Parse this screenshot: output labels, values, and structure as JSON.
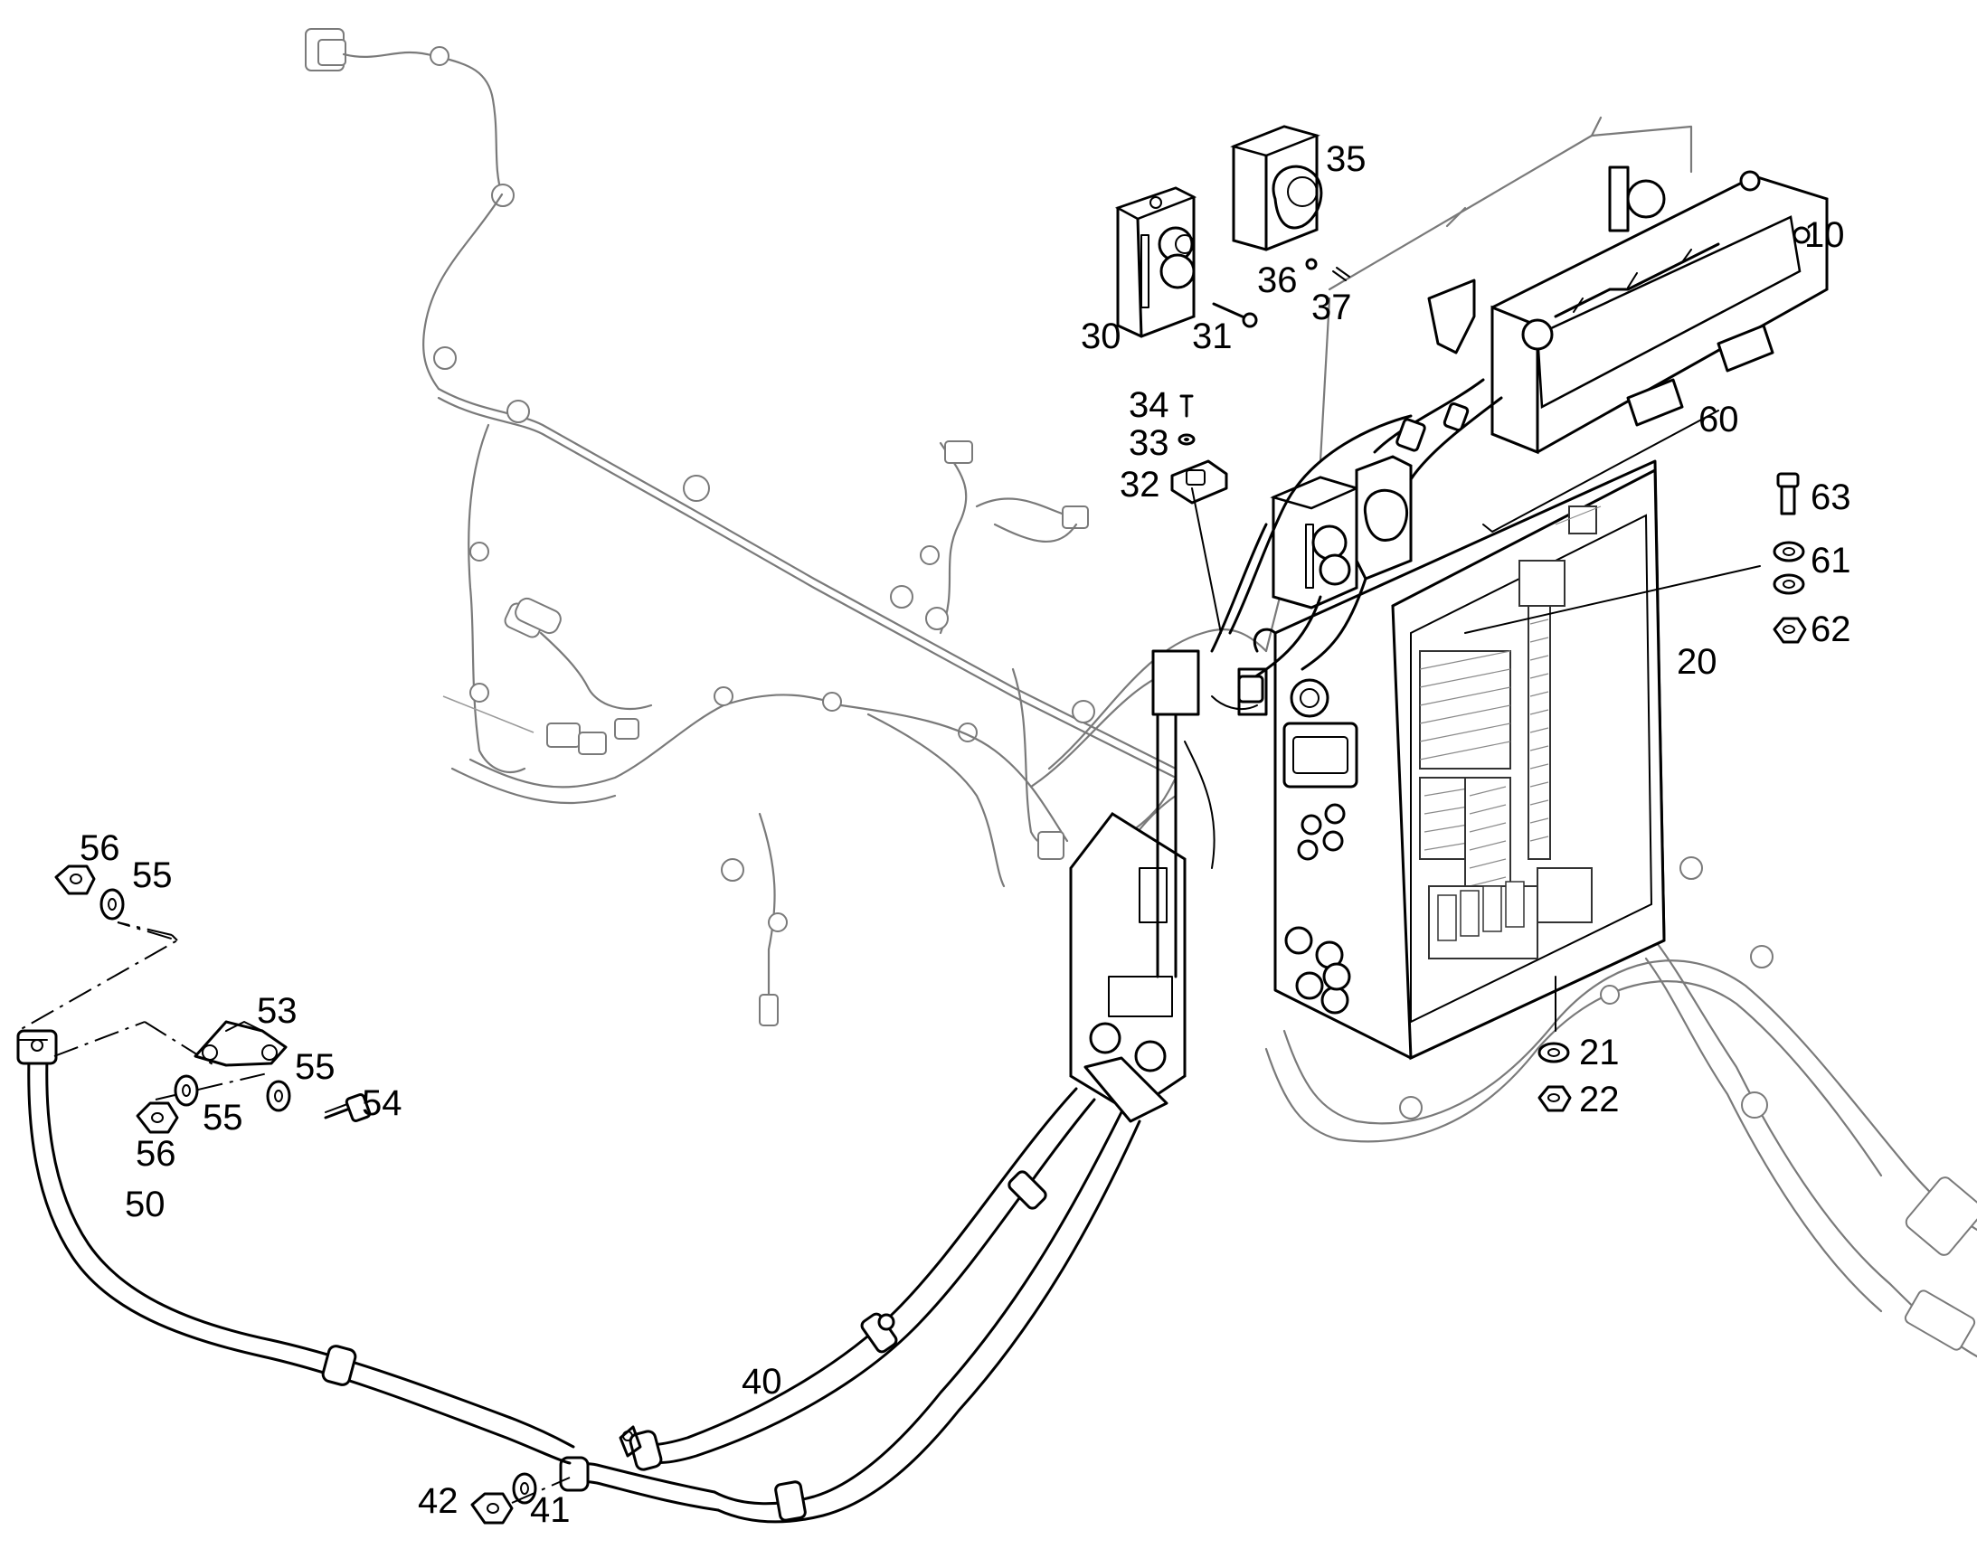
{
  "diagram": {
    "callouts": [
      {
        "id": "c10",
        "label": "10"
      },
      {
        "id": "c20",
        "label": "20"
      },
      {
        "id": "c21",
        "label": "21"
      },
      {
        "id": "c22",
        "label": "22"
      },
      {
        "id": "c30",
        "label": "30"
      },
      {
        "id": "c31",
        "label": "31"
      },
      {
        "id": "c32",
        "label": "32"
      },
      {
        "id": "c33",
        "label": "33"
      },
      {
        "id": "c34",
        "label": "34"
      },
      {
        "id": "c35",
        "label": "35"
      },
      {
        "id": "c36",
        "label": "36"
      },
      {
        "id": "c37",
        "label": "37"
      },
      {
        "id": "c40",
        "label": "40"
      },
      {
        "id": "c41",
        "label": "41"
      },
      {
        "id": "c42",
        "label": "42"
      },
      {
        "id": "c50",
        "label": "50"
      },
      {
        "id": "c53",
        "label": "53"
      },
      {
        "id": "c54",
        "label": "54"
      },
      {
        "id": "c55a",
        "label": "55"
      },
      {
        "id": "c55b",
        "label": "55"
      },
      {
        "id": "c55c",
        "label": "55"
      },
      {
        "id": "c56a",
        "label": "56"
      },
      {
        "id": "c56b",
        "label": "56"
      },
      {
        "id": "c60",
        "label": "60"
      },
      {
        "id": "c61",
        "label": "61"
      },
      {
        "id": "c62",
        "label": "62"
      },
      {
        "id": "c63",
        "label": "63"
      }
    ]
  }
}
